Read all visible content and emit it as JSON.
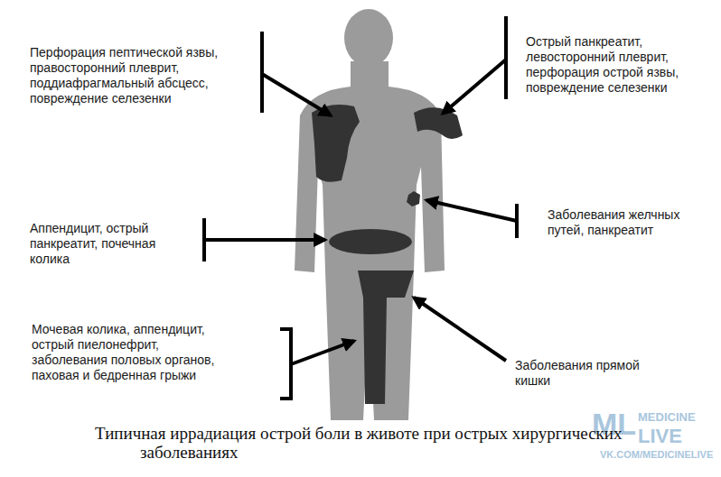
{
  "diagram": {
    "caption": "Типичная иррадиация острой боли в животе при острых хирургических заболеваниях",
    "labels": [
      "Перфорация пептической язвы, правосторонний плеврит, поддиафрагмальный абсцесс, повреждение селезенки",
      "Острый панкреатит, левосторонний плеврит, перфорация острой язвы, повреждение селезенки",
      "Аппендицит, острый панкреатит, почечная колика",
      "Заболевания желчных путей, панкреатит",
      "Мочевая колика, аппендицит, острый пиелонефрит, заболевания половых органов, паховая и бедренная грыжи",
      "Заболевания прямой кишки",
      "ML",
      "MEDICINE",
      "LIVE",
      "VK.COM/MEDICINELIVE"
    ]
  }
}
